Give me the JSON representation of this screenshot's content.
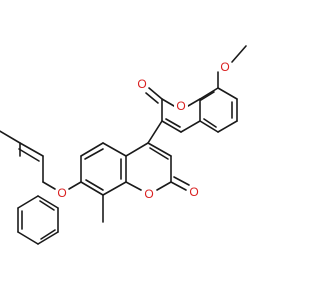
{
  "atom_labels": {
    "methoxy_carbon": "",
    "ring_oxygen": "O",
    "methoxy_oxygen": "O",
    "upper_carbonyl_oxygen": "O",
    "ether_oxygen": "O",
    "lower_ring_oxygen": "O",
    "lower_carbonyl_oxygen": "O"
  },
  "colors": {
    "bond": "#1a1a1a",
    "oxygen": "#d92020",
    "background": "#ffffff"
  },
  "atoms": [
    {
      "id": "a1",
      "element": "C"
    },
    {
      "id": "a2",
      "element": "O"
    },
    {
      "id": "a3",
      "element": "C"
    },
    {
      "id": "a4",
      "element": "O"
    },
    {
      "id": "a5",
      "element": "C"
    },
    {
      "id": "a6",
      "element": "O"
    },
    {
      "id": "a7",
      "element": "O"
    },
    {
      "id": "a8",
      "element": "O"
    }
  ]
}
